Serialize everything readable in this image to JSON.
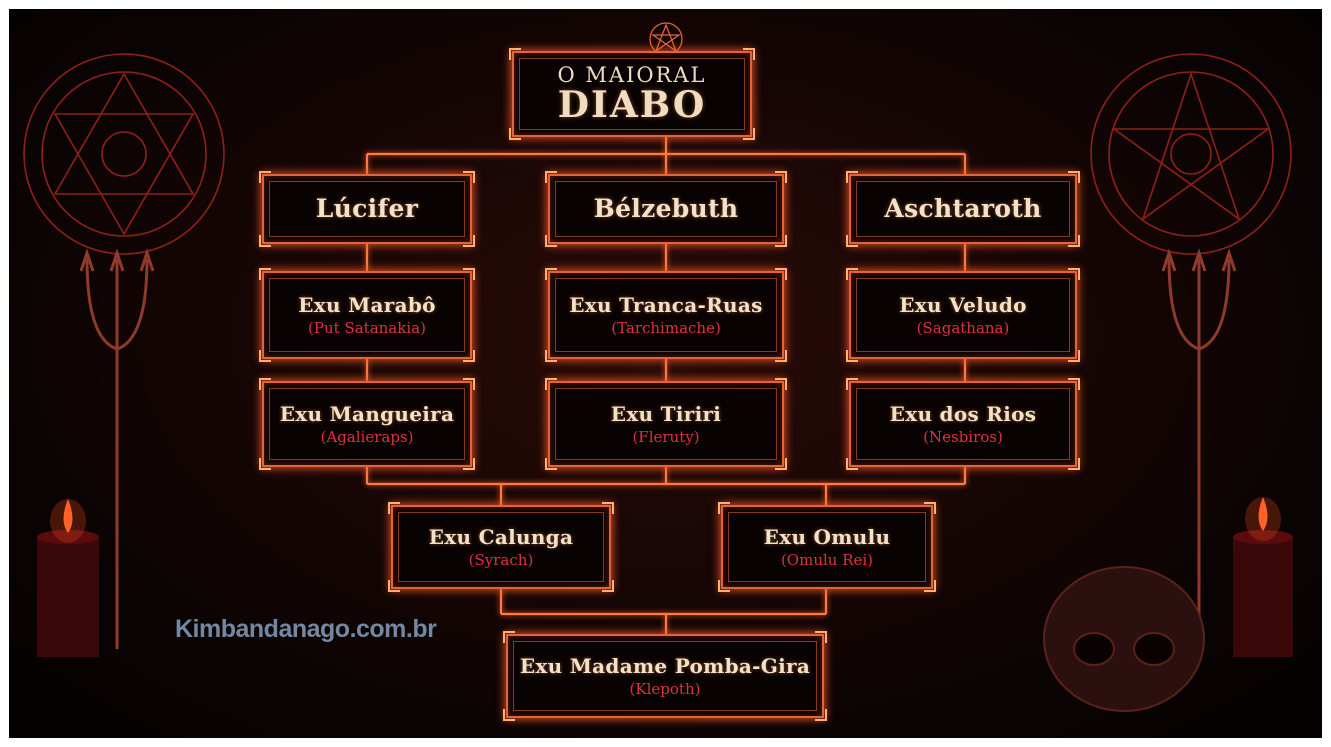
{
  "diagram": {
    "top": {
      "line1": "O MAIORAL",
      "line2": "DIABO"
    },
    "nodes": {
      "lucifer": {
        "name": "Lúcifer"
      },
      "belzebuth": {
        "name": "Bélzebuth"
      },
      "aschtaroth": {
        "name": "Aschtaroth"
      },
      "exu_marabo": {
        "name": "Exu Marabô",
        "sub": "(Put Satanakia)"
      },
      "exu_tranca_ruas": {
        "name": "Exu Tranca-Ruas",
        "sub": "(Tarchimache)"
      },
      "exu_veludo": {
        "name": "Exu Veludo",
        "sub": "(Sagathana)"
      },
      "exu_mangueira": {
        "name": "Exu Mangueira",
        "sub": "(Agalieraps)"
      },
      "exu_tiriri": {
        "name": "Exu Tiriri",
        "sub": "(Fleruty)"
      },
      "exu_dos_rios": {
        "name": "Exu dos Rios",
        "sub": "(Nesbiros)"
      },
      "exu_calunga": {
        "name": "Exu Calunga",
        "sub": "(Syrach)"
      },
      "exu_omulu": {
        "name": "Exu Omulu",
        "sub": "(Omulu Rei)"
      },
      "exu_madame_pomba_gira": {
        "name": "Exu Madame Pomba-Gira",
        "sub": "(Klepoth)"
      }
    },
    "edges": [
      [
        "top",
        "lucifer"
      ],
      [
        "top",
        "belzebuth"
      ],
      [
        "top",
        "aschtaroth"
      ],
      [
        "lucifer",
        "exu_marabo"
      ],
      [
        "belzebuth",
        "exu_tranca_ruas"
      ],
      [
        "aschtaroth",
        "exu_veludo"
      ],
      [
        "exu_marabo",
        "exu_mangueira"
      ],
      [
        "exu_tranca_ruas",
        "exu_tiriri"
      ],
      [
        "exu_veludo",
        "exu_dos_rios"
      ],
      [
        "exu_mangueira",
        "exu_calunga"
      ],
      [
        "exu_tiriri",
        "exu_calunga"
      ],
      [
        "exu_tiriri",
        "exu_omulu"
      ],
      [
        "exu_dos_rios",
        "exu_omulu"
      ],
      [
        "exu_calunga",
        "exu_madame_pomba_gira"
      ],
      [
        "exu_omulu",
        "exu_madame_pomba_gira"
      ]
    ]
  },
  "watermark": "Kimbandanago.com.br",
  "colors": {
    "frame": "#e2643a",
    "glow": "#ff5a28",
    "name_text": "#f2e2c8",
    "sub_text": "#e0323a",
    "watermark": "#7f96b4"
  },
  "decorations": {
    "left_sigil": "hexagram-sigil-icon",
    "right_sigil": "pentagram-sigil-icon",
    "left_trident": "trident-icon",
    "right_trident": "trident-icon",
    "left_candle": "candle-icon",
    "right_candle": "candle-icon",
    "skull": "skull-icon",
    "top_ornament": "pentagram-ornament-icon"
  }
}
